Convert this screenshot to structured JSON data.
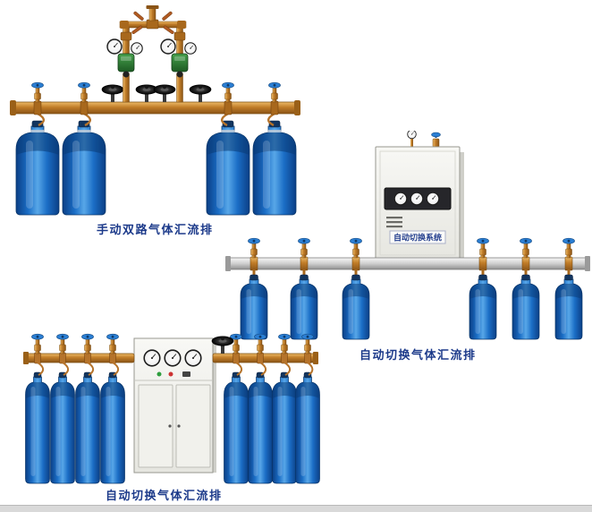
{
  "page": {
    "background_color": "#ffffff",
    "footer_strip_color": "#d9d9d9"
  },
  "colors": {
    "caption_text": "#1c3a8a",
    "brass_pipe": "#c07c28",
    "cylinder_blue": "#1b6ec6",
    "cabinet_body": "#f3f3ef",
    "manifold_silver": "#cfcfcf",
    "valve_handwheel_blue": "#2b7fd4",
    "handwheel_black": "#1c1c1c",
    "regulator_green": "#2e8a36"
  },
  "products": [
    {
      "id": "manual-dual-line-manifold",
      "caption": "手动双路气体汇流排",
      "cylinders_visible": 4
    },
    {
      "id": "auto-switchover-manifold-wall-cabinet",
      "caption": "自动切换气体汇流排",
      "cylinders_visible": 6,
      "cabinet_label": "自动切换系统"
    },
    {
      "id": "auto-switchover-manifold-floor-cabinet",
      "caption": "自动切换气体汇流排",
      "cylinders_visible": 8
    }
  ]
}
